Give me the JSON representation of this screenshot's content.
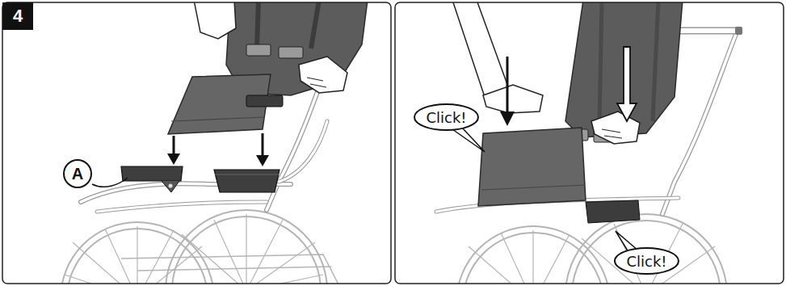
{
  "diagram": {
    "nodes": [
      {
        "text": [
          "4"
        ]
      },
      {
        "text": [
          "A"
        ]
      },
      {
        "text": [
          "Click!"
        ]
      },
      {
        "text": [
          "Click!"
        ]
      }
    ]
  }
}
